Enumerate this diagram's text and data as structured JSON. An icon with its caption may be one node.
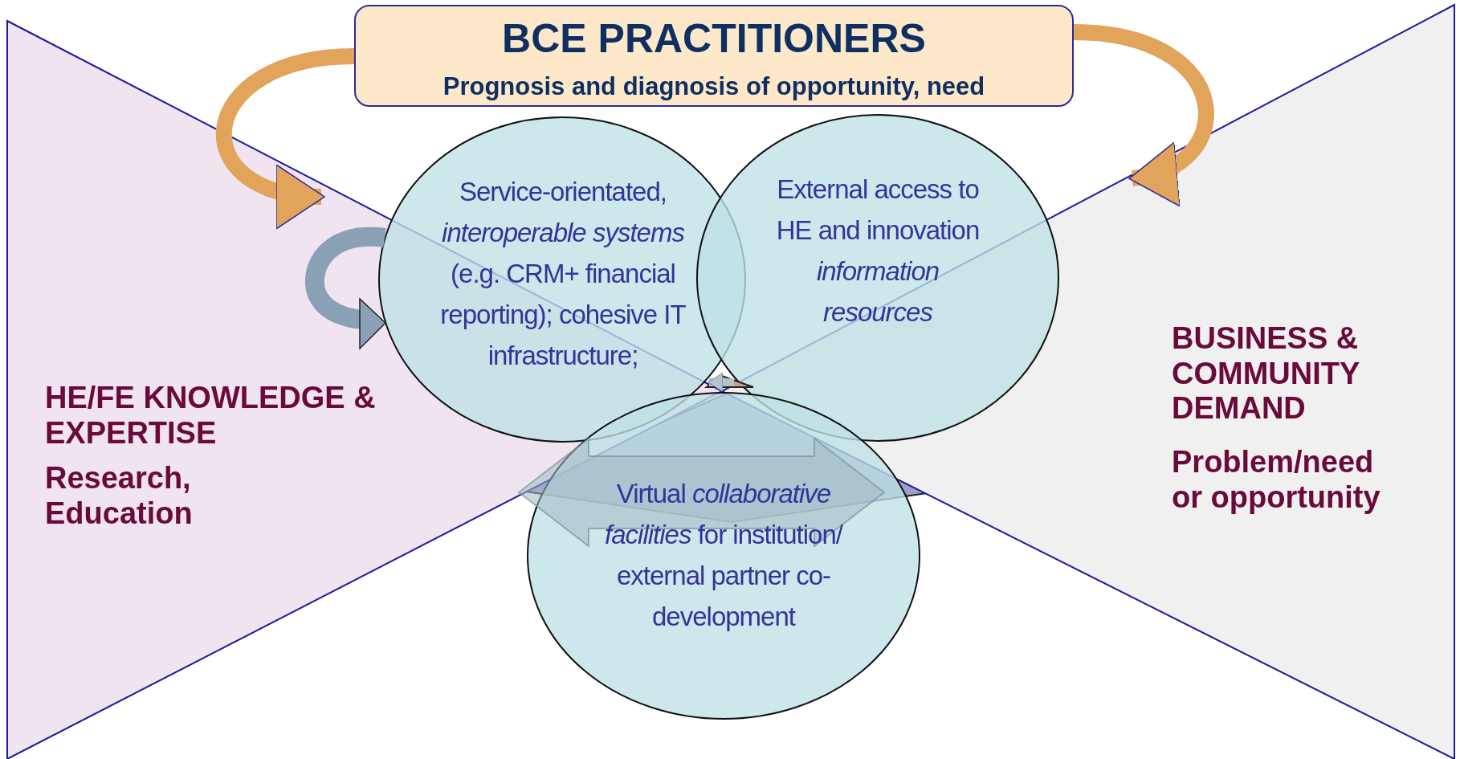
{
  "diagram": {
    "nodes": [
      {
        "text": [
          "BCE PRACTITIONERS",
          "Prognosis and diagnosis of opportunity, need"
        ]
      },
      {
        "text": [
          "HE/FE KNOWLEDGE & EXPERTISE",
          "Research, Education"
        ]
      },
      {
        "text": [
          "BUSINESS & COMMUNITY DEMAND",
          "Problem/need or opportunity"
        ]
      },
      {
        "text": [
          "Service-orientated, *interoperable systems* (e.g. CRM+ financial reporting); cohesive IT infrastructure;"
        ]
      },
      {
        "text": [
          "External access to HE and innovation *information resources*"
        ]
      },
      {
        "text": [
          "Virtual *collaborative facilities* for institution/ external partner co-development"
        ]
      },
      {
        "text": [],
        "shape": "diamond"
      },
      {
        "text": [],
        "shape": "triangle"
      }
    ],
    "edges": [
      {
        "from": 0,
        "to": 1,
        "arrow": "to"
      },
      {
        "from": 0,
        "to": 2,
        "arrow": "to"
      },
      {
        "from": 2,
        "to": 1,
        "arrow": "to",
        "color": "#b4c3c8"
      }
    ]
  }
}
